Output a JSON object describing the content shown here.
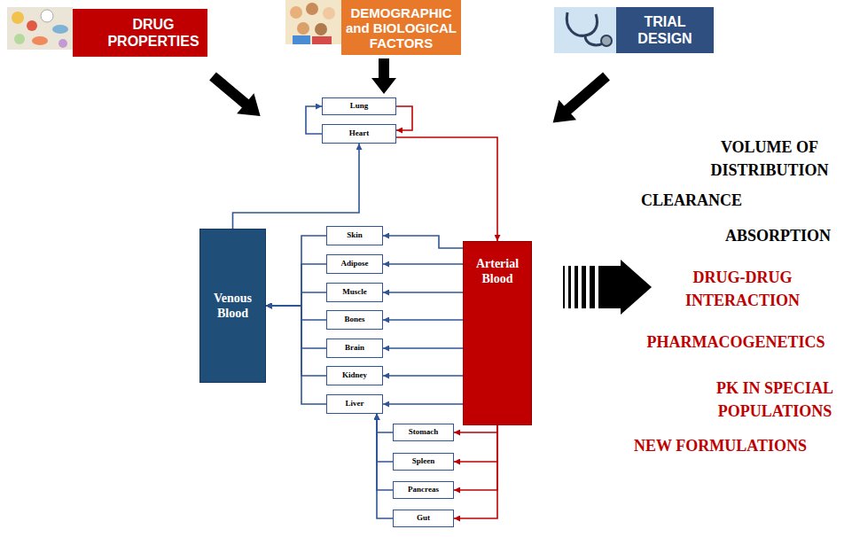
{
  "diagram": {
    "nodes": [
      {
        "text": [
          "DRUG PROPERTIES"
        ]
      },
      {
        "text": [
          "DEMOGRAPHIC and BIOLOGICAL FACTORS"
        ]
      },
      {
        "text": [
          "TRIAL DESIGN"
        ]
      },
      {
        "text": [
          "Lung"
        ]
      },
      {
        "text": [
          "Heart"
        ]
      },
      {
        "text": [
          "Venous Blood"
        ]
      },
      {
        "text": [
          "Skin"
        ]
      },
      {
        "text": [
          "Adipose"
        ]
      },
      {
        "text": [
          "Muscle"
        ]
      },
      {
        "text": [
          "Bones"
        ]
      },
      {
        "text": [
          "Brain"
        ]
      },
      {
        "text": [
          "Kidney"
        ]
      },
      {
        "text": [
          "Liver"
        ]
      },
      {
        "text": [
          "Arterial Blood"
        ]
      },
      {
        "text": [
          "Stomach"
        ]
      },
      {
        "text": [
          "Spleen"
        ]
      },
      {
        "text": [
          "Pancreas"
        ]
      },
      {
        "text": [
          "Gut"
        ]
      }
    ],
    "edges": [
      {
        "from": 5,
        "to": 4,
        "arrow": "to"
      },
      {
        "from": 4,
        "to": 3,
        "arrow": "to"
      },
      {
        "from": 3,
        "to": 4,
        "arrow": "to"
      },
      {
        "from": 4,
        "to": 13,
        "arrow": "to"
      },
      {
        "from": 13,
        "to": 6,
        "arrow": "to"
      },
      {
        "from": 13,
        "to": 7,
        "arrow": "to"
      },
      {
        "from": 13,
        "to": 8,
        "arrow": "to"
      },
      {
        "from": 13,
        "to": 9,
        "arrow": "to"
      },
      {
        "from": 13,
        "to": 10,
        "arrow": "to"
      },
      {
        "from": 13,
        "to": 11,
        "arrow": "to"
      },
      {
        "from": 13,
        "to": 12,
        "arrow": "to"
      },
      {
        "from": 6,
        "to": 5,
        "arrow": "to"
      },
      {
        "from": 7,
        "to": 5,
        "arrow": "to"
      },
      {
        "from": 8,
        "to": 5,
        "arrow": "to"
      },
      {
        "from": 9,
        "to": 5,
        "arrow": "to"
      },
      {
        "from": 10,
        "to": 5,
        "arrow": "to"
      },
      {
        "from": 11,
        "to": 5,
        "arrow": "to"
      },
      {
        "from": 12,
        "to": 5,
        "arrow": "to"
      },
      {
        "from": 13,
        "to": 14,
        "arrow": "to"
      },
      {
        "from": 13,
        "to": 15,
        "arrow": "to"
      },
      {
        "from": 13,
        "to": 16,
        "arrow": "to"
      },
      {
        "from": 13,
        "to": 17,
        "arrow": "to"
      },
      {
        "from": 14,
        "to": 12,
        "arrow": "to"
      },
      {
        "from": 15,
        "to": 12,
        "arrow": "to"
      },
      {
        "from": 16,
        "to": 12,
        "arrow": "to"
      },
      {
        "from": 17,
        "to": 12,
        "arrow": "to"
      }
    ],
    "labels": [
      "VOLUME OF DISTRIBUTION",
      "CLEARANCE",
      "ABSORPTION",
      "DRUG-DRUG INTERACTION",
      "PHARMACOGENETICS",
      "PK IN SPECIAL POPULATIONS",
      "NEW FORMULATIONS"
    ]
  }
}
